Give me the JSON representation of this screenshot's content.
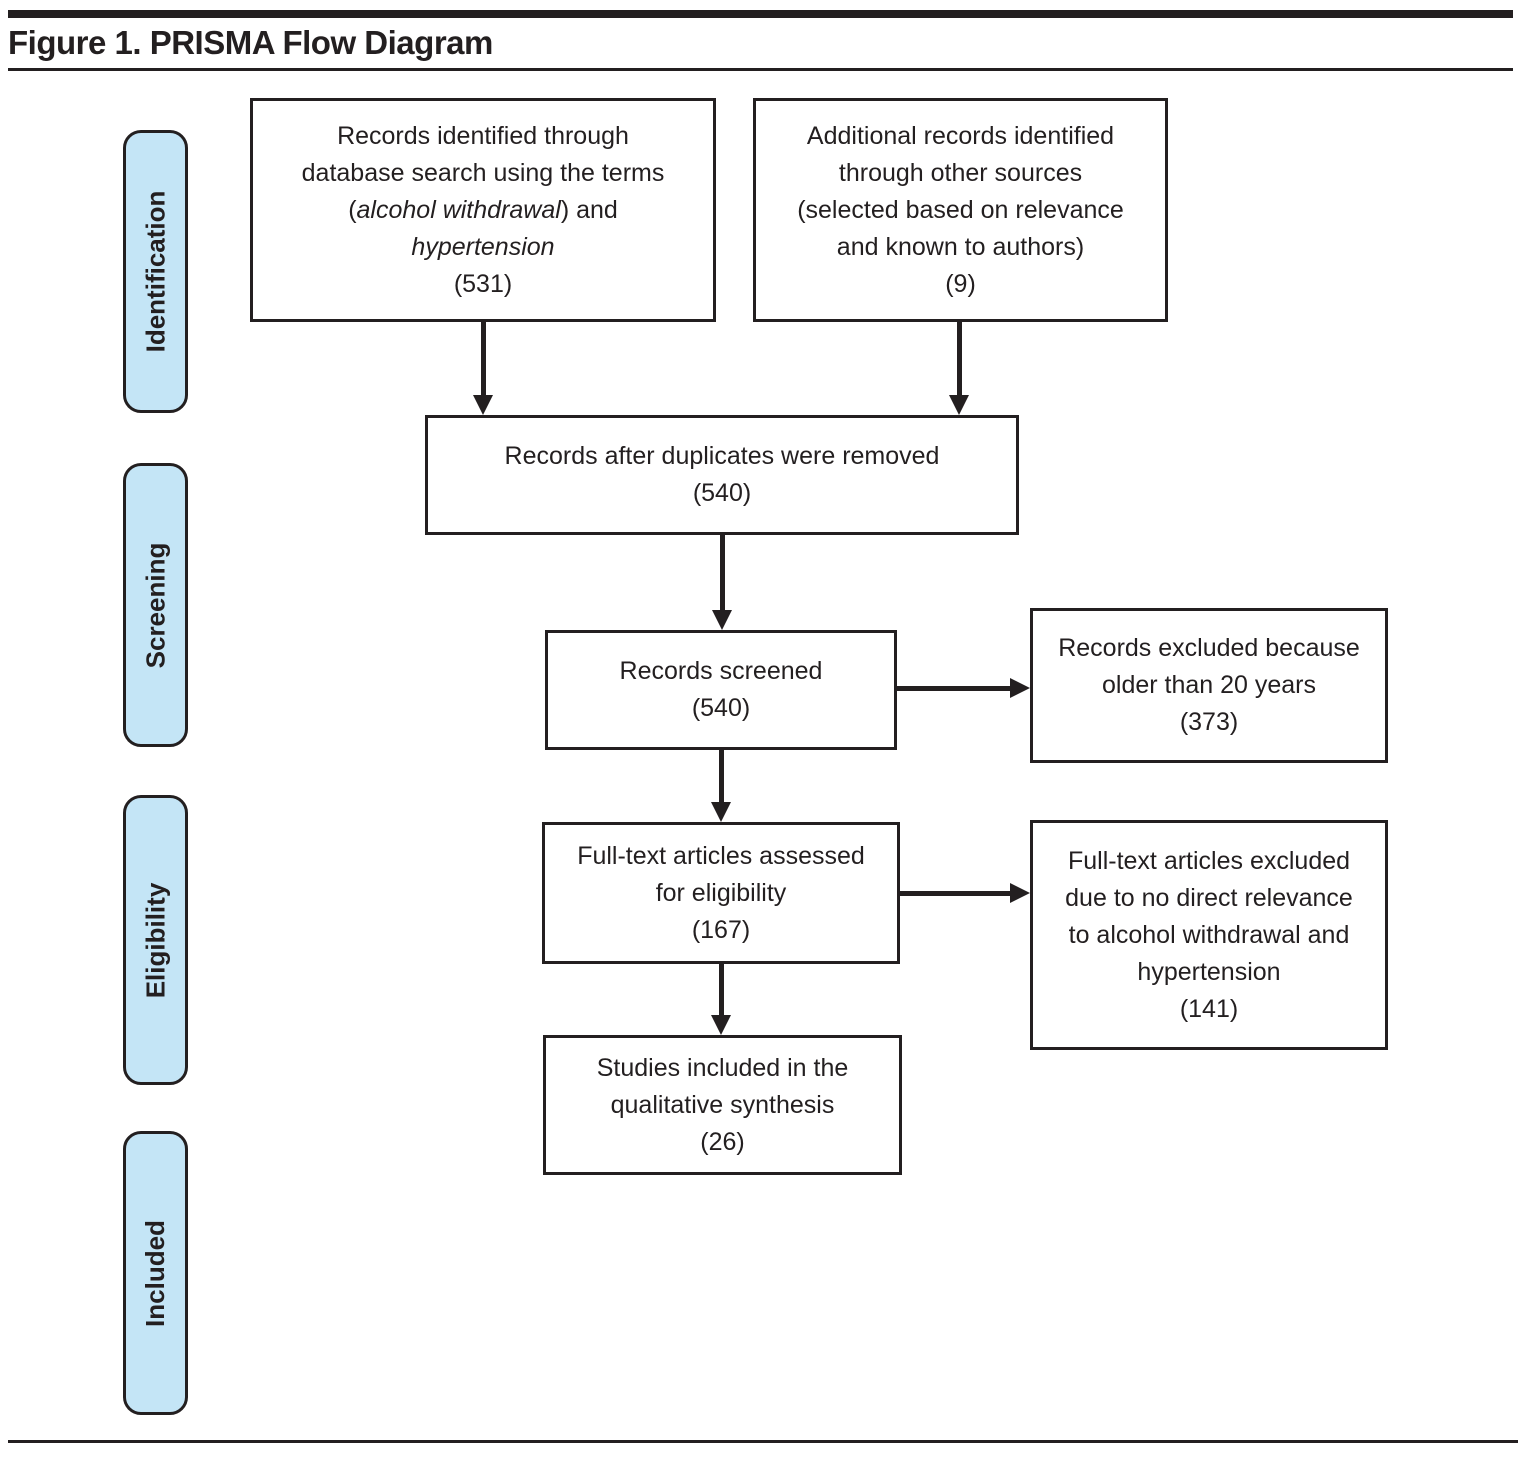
{
  "title": "Figure 1. PRISMA Flow Diagram",
  "stages": [
    {
      "label": "Identification"
    },
    {
      "label": "Screening"
    },
    {
      "label": "Eligibility"
    },
    {
      "label": "Included"
    }
  ],
  "boxes": {
    "identified": {
      "lines": [
        [
          {
            "t": "Records identified through"
          }
        ],
        [
          {
            "t": "database search using the terms"
          }
        ],
        [
          {
            "t": "("
          },
          {
            "t": "alcohol withdrawal",
            "i": true
          },
          {
            "t": ") and"
          }
        ],
        [
          {
            "t": "hypertension",
            "i": true
          }
        ],
        [
          {
            "t": "(531)"
          }
        ]
      ],
      "count": "531"
    },
    "additional": {
      "lines": [
        [
          {
            "t": "Additional records identified"
          }
        ],
        [
          {
            "t": "through other sources"
          }
        ],
        [
          {
            "t": "(selected based on relevance"
          }
        ],
        [
          {
            "t": "and known to authors)"
          }
        ],
        [
          {
            "t": "(9)"
          }
        ]
      ],
      "count": "9"
    },
    "duplicates_removed": {
      "lines": [
        [
          {
            "t": "Records after duplicates were removed"
          }
        ],
        [
          {
            "t": "(540)"
          }
        ]
      ],
      "count": "540"
    },
    "screened": {
      "lines": [
        [
          {
            "t": "Records screened"
          }
        ],
        [
          {
            "t": "(540)"
          }
        ]
      ],
      "count": "540"
    },
    "excluded_old": {
      "lines": [
        [
          {
            "t": "Records excluded because"
          }
        ],
        [
          {
            "t": "older than 20 years"
          }
        ],
        [
          {
            "t": "(373)"
          }
        ]
      ],
      "count": "373"
    },
    "fulltext_assessed": {
      "lines": [
        [
          {
            "t": "Full-text articles assessed"
          }
        ],
        [
          {
            "t": "for eligibility"
          }
        ],
        [
          {
            "t": "(167)"
          }
        ]
      ],
      "count": "167"
    },
    "excluded_relevance": {
      "lines": [
        [
          {
            "t": "Full-text articles excluded"
          }
        ],
        [
          {
            "t": "due to no direct relevance"
          }
        ],
        [
          {
            "t": "to alcohol withdrawal and"
          }
        ],
        [
          {
            "t": "hypertension"
          }
        ],
        [
          {
            "t": "(141)"
          }
        ]
      ],
      "count": "141"
    },
    "included_studies": {
      "lines": [
        [
          {
            "t": "Studies included in the"
          }
        ],
        [
          {
            "t": "qualitative synthesis"
          }
        ],
        [
          {
            "t": "(26)"
          }
        ]
      ],
      "count": "26"
    }
  },
  "colors": {
    "stage_fill": "#C4E5F6",
    "line": "#231F20"
  }
}
